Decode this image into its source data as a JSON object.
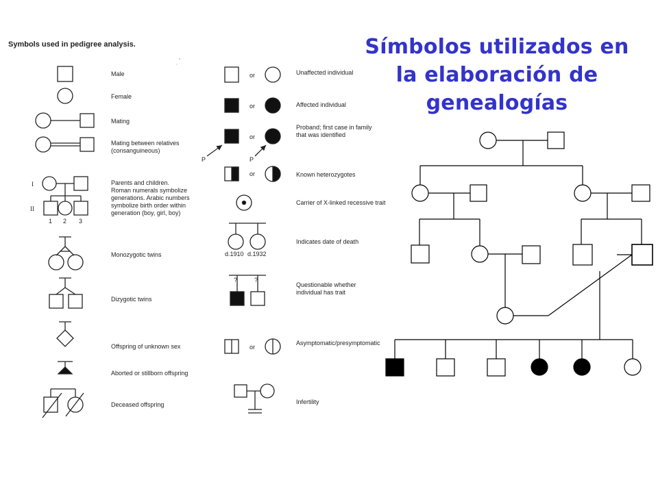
{
  "title": {
    "line1": "Símbolos utilizados en",
    "line2": "la elaboración de",
    "line3": "genealogías"
  },
  "reference": {
    "heading": "Symbols used in pedigree analysis.",
    "left_column": {
      "male": "Male",
      "female": "Female",
      "mating": "Mating",
      "consanguineous": [
        "Mating between relatives",
        "(consanguineous)"
      ],
      "parents_children": [
        "Parents and children.",
        "Roman numerals symbolize",
        "generations. Arabic numbers",
        "symbolize birth order within",
        "generation (boy, girl, boy)"
      ],
      "generation_I": "I",
      "generation_II": "II",
      "birth_order": [
        "1",
        "2",
        "3"
      ],
      "monozygotic": "Monozygotic twins",
      "dizygotic": "Dizygotic twins",
      "unknown_sex": "Offspring of unknown sex",
      "aborted": "Aborted or stillborn offspring",
      "deceased": "Deceased offspring"
    },
    "right_column": {
      "or": "or",
      "unaffected": "Unaffected individual",
      "affected": "Affected individual",
      "proband": [
        "Proband; first case in family",
        "that was identified"
      ],
      "proband_marker": "P",
      "heterozygotes": "Known heterozygotes",
      "x_carrier": "Carrier of X-linked recessive trait",
      "date_of_death": "Indicates date of death",
      "death_dates": [
        "d.1910",
        "d.1932"
      ],
      "questionable": [
        "Questionable whether",
        "individual has trait"
      ],
      "question_mark": "?",
      "asymptomatic": "Asymptomatic/presymptomatic",
      "infertility": "Infertility"
    }
  },
  "example_pedigree": {
    "generations": [
      [
        "female-unaffected",
        "male-unaffected"
      ],
      [
        "female-unaffected",
        "male-unaffected",
        "female-unaffected",
        "male-unaffected"
      ],
      [
        "male-unaffected",
        "female-unaffected",
        "male-unaffected",
        "male-unaffected",
        "male-unaffected"
      ],
      [
        "female-unaffected"
      ],
      [
        "male-affected",
        "male-unaffected",
        "male-unaffected",
        "female-affected",
        "female-affected",
        "female-unaffected"
      ]
    ]
  }
}
